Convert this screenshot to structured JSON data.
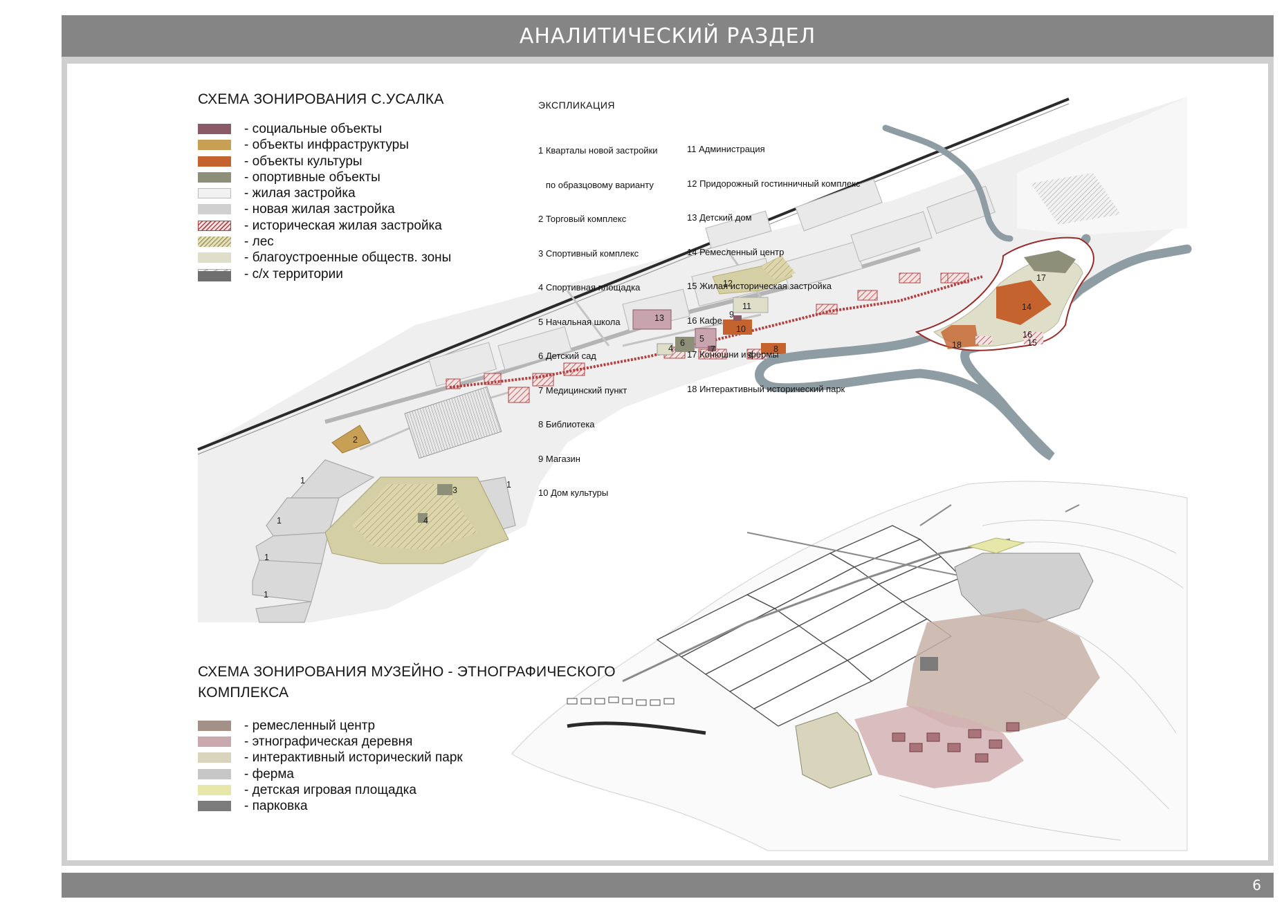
{
  "header": {
    "title": "АНАЛИТИЧЕСКИЙ РАЗДЕЛ"
  },
  "footer": {
    "page_number": "6"
  },
  "village_scheme": {
    "title": "СХЕМА ЗОНИРОВАНИЯ С.УСАЛКА",
    "legend": [
      {
        "label": "- социальные объекты",
        "color": "#8a5a66"
      },
      {
        "label": "- объекты инфраструктуры",
        "color": "#c7a055"
      },
      {
        "label": "- объекты культуры",
        "color": "#c4632e"
      },
      {
        "label": "- опортивные объекты",
        "color": "#8d8f78"
      },
      {
        "label": "- жилая застройка",
        "color": "#f1f1f1"
      },
      {
        "label": "- новая жилая застройка",
        "color": "#d0d0d0"
      },
      {
        "label": "- историческая жилая застройка",
        "color": "#e6c2c2"
      },
      {
        "label": "- лес",
        "color": "#d4cfa4"
      },
      {
        "label": "- благоустроенные обществ. зоны",
        "color": "#dfdfc9"
      },
      {
        "label": "- с/х территории",
        "color": "#6f6f6f"
      }
    ],
    "extra_swatch_color": "#c2b8b0",
    "explication_title": "ЭКСПЛИКАЦИЯ",
    "explication_left": [
      "1 Кварталы новой застройки",
      "   по образцовому варианту",
      "2 Торговый комплекс",
      "3 Спортивный комплекс",
      "4 Спортивная площадка",
      "5 Начальная школа",
      "6 Детский сад",
      "7 Медицинский пункт",
      "8 Библиотека",
      "9 Магазин",
      "10 Дом культуры"
    ],
    "explication_right": [
      "11 Администрация",
      "12 Придорожный гостинничный комплекс",
      "13 Детский дом",
      "14 Ремесленный центр",
      "15 Жилая историческая застройка",
      "16 Кафе",
      "17 Конюшни и фермы",
      "18 Интерактивный исторический парк"
    ],
    "map_labels": [
      "1",
      "1",
      "1",
      "1",
      "1",
      "2",
      "3",
      "4",
      "4",
      "5",
      "6",
      "7",
      "8",
      "9",
      "9",
      "10",
      "11",
      "12",
      "13",
      "14",
      "15",
      "16",
      "17",
      "18"
    ]
  },
  "museum_scheme": {
    "title_line1": "СХЕМА ЗОНИРОВАНИЯ МУЗЕЙНО - ЭТНОГРАФИЧЕСКОГО",
    "title_line2": "КОМПЛЕКСА",
    "legend": [
      {
        "label": "- ремесленный центр",
        "color": "#a39087"
      },
      {
        "label": "- этнографическая деревня",
        "color": "#c9a9ad"
      },
      {
        "label": "- интерактивный исторический парк",
        "color": "#d9d5bd"
      },
      {
        "label": "- ферма",
        "color": "#c7c7c7"
      },
      {
        "label": "- детская игровая площадка",
        "color": "#e6e7a8"
      },
      {
        "label": "- парковка",
        "color": "#7b7b7b"
      }
    ]
  },
  "colors": {
    "header_bar": "#858585",
    "frame": "#cfcfcf",
    "river": "#8e9ca3",
    "road": "#b4b4b4"
  }
}
